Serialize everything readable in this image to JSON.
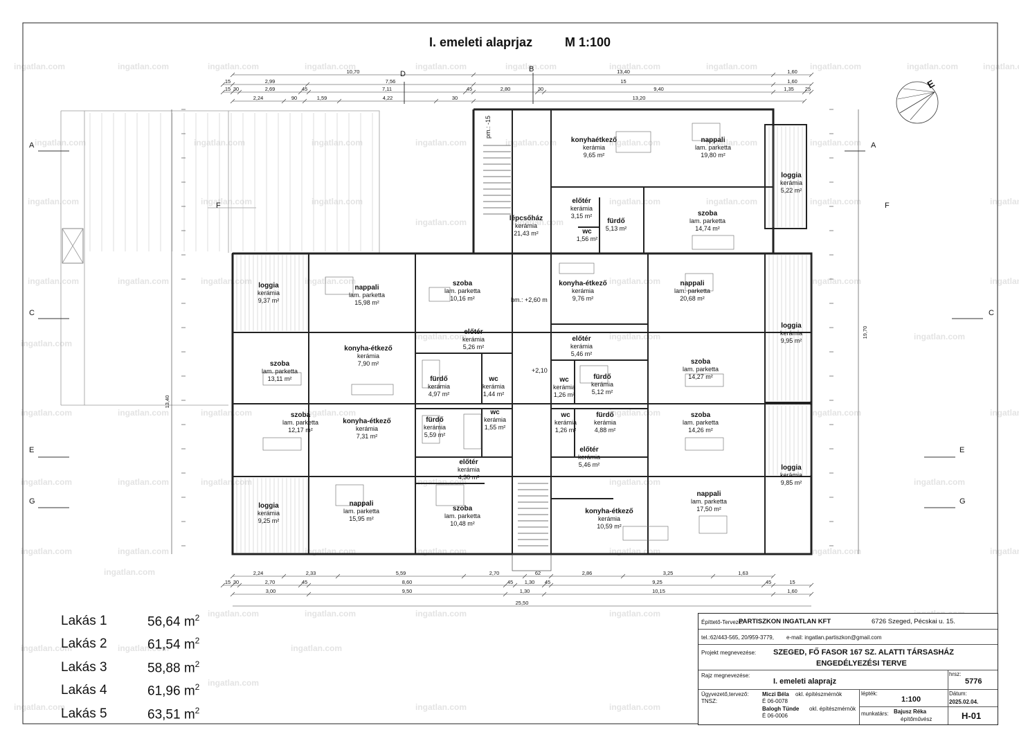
{
  "drawing": {
    "title": "I. emeleti alaprjaz",
    "scale": "M 1:100"
  },
  "watermark": "ingatlan.com",
  "rooms": [
    {
      "name": "konyhaétkező",
      "finish": "kerámia",
      "area": "9,65 m²"
    },
    {
      "name": "nappali",
      "finish": "lam. parketta",
      "area": "19,80 m²"
    },
    {
      "name": "loggia",
      "finish": "kerámia",
      "area": "5,22 m²"
    },
    {
      "name": "lépcsőház",
      "finish": "kerámia",
      "area": "21,43 m²"
    },
    {
      "name": "előtér",
      "finish": "kerámia",
      "area": "3,15 m²"
    },
    {
      "name": "fürdő",
      "finish": "",
      "area": "5,13 m²"
    },
    {
      "name": "wc",
      "finish": "",
      "area": "1,56 m²"
    },
    {
      "name": "szoba",
      "finish": "lam. parketta",
      "area": "14,74 m²"
    },
    {
      "name": "loggia",
      "finish": "kerámia",
      "area": "9,37 m²"
    },
    {
      "name": "nappali",
      "finish": "lam. parketta",
      "area": "15,98 m²"
    },
    {
      "name": "szoba",
      "finish": "lam. parketta",
      "area": "10,16 m²"
    },
    {
      "name": "konyha-étkező",
      "finish": "kerámia",
      "area": "9,76 m²"
    },
    {
      "name": "nappali",
      "finish": "lam. parketta",
      "area": "20,68 m²"
    },
    {
      "name": "loggia",
      "finish": "kerámia",
      "area": "9,95 m²"
    },
    {
      "name": "konyha-étkező",
      "finish": "kerámia",
      "area": "7,90 m²"
    },
    {
      "name": "előtér",
      "finish": "kerámia",
      "area": "5,26 m²"
    },
    {
      "name": "előtér",
      "finish": "kerámia",
      "area": "5,46 m²"
    },
    {
      "name": "szoba",
      "finish": "lam. parketta",
      "area": "13,11 m²"
    },
    {
      "name": "fürdő",
      "finish": "kerámia",
      "area": "4,97 m²"
    },
    {
      "name": "wc",
      "finish": "kerámia",
      "area": "1,44 m²"
    },
    {
      "name": "wc",
      "finish": "kerámia",
      "area": "1,26 m²"
    },
    {
      "name": "fürdő",
      "finish": "kerámia",
      "area": "5,12 m²"
    },
    {
      "name": "szoba",
      "finish": "lam. parketta",
      "area": "14,27 m²"
    },
    {
      "name": "szoba",
      "finish": "lam. parketta",
      "area": "12,17 m²"
    },
    {
      "name": "konyha-étkező",
      "finish": "kerámia",
      "area": "7,31 m²"
    },
    {
      "name": "fürdő",
      "finish": "kerámia",
      "area": "5,59 m²"
    },
    {
      "name": "wc",
      "finish": "kerámia",
      "area": "1,55 m²"
    },
    {
      "name": "wc",
      "finish": "kerámia",
      "area": "1,26 m²"
    },
    {
      "name": "fürdő",
      "finish": "kerámia",
      "area": "4,88 m²"
    },
    {
      "name": "szoba",
      "finish": "lam. parketta",
      "area": "14,26 m²"
    },
    {
      "name": "előtér",
      "finish": "kerámia",
      "area": "4,30 m²"
    },
    {
      "name": "előtér",
      "finish": "kerámia",
      "area": "5,46 m²"
    },
    {
      "name": "loggia",
      "finish": "kerámia",
      "area": "9,85 m²"
    },
    {
      "name": "nappali",
      "finish": "lam. parketta",
      "area": "15,95 m²"
    },
    {
      "name": "loggia",
      "finish": "kerámia",
      "area": "9,25 m²"
    },
    {
      "name": "szoba",
      "finish": "lam. parketta",
      "area": "10,48 m²"
    },
    {
      "name": "konyha-étkező",
      "finish": "kerámia",
      "area": "10,59 m²"
    },
    {
      "name": "nappali",
      "finish": "lam. parketta",
      "area": "17,50 m²"
    }
  ],
  "dimensions": {
    "top_row1": [
      "10,70",
      "13,40",
      "1,60"
    ],
    "top_row2": [
      "15",
      "2,99",
      "7,56",
      "15",
      "1,60"
    ],
    "top_row3": [
      "15",
      "30",
      "2,69",
      "45",
      "7,11",
      "45",
      "2,80",
      "30",
      "9,40",
      "1,35",
      "25"
    ],
    "top_row4": [
      "2,24",
      "90",
      "1,59",
      "4,22",
      "30",
      "13,20"
    ],
    "bottom_row1": [
      "2,24",
      "2,33",
      "5,59",
      "2,70",
      "62",
      "2,86",
      "3,25",
      "1,63"
    ],
    "bottom_row2": [
      "15",
      "30",
      "2,70",
      "45",
      "8,60",
      "45",
      "1,30",
      "45",
      "9,25",
      "45",
      "15"
    ],
    "bottom_row3": [
      "3,00",
      "9,50",
      "1,30",
      "10,15",
      "1,60"
    ],
    "bottom_total": "25,50",
    "left_total": "13,40",
    "right_total": "19,70"
  },
  "section_marks": [
    "A",
    "C",
    "E",
    "G",
    "F",
    "B",
    "D"
  ],
  "special_labels": {
    "stair_offset": "pm.: -15",
    "level": "bm.: +2,60 m",
    "level2": "+2,10"
  },
  "apartments": [
    {
      "label": "Lakás 1",
      "area": "56,64",
      "unit": "m",
      "exp": "2"
    },
    {
      "label": "Lakás 2",
      "area": "61,54",
      "unit": "m",
      "exp": "2"
    },
    {
      "label": "Lakás 3",
      "area": "58,88",
      "unit": "m",
      "exp": "2"
    },
    {
      "label": "Lakás 4",
      "area": "61,96",
      "unit": "m",
      "exp": "2"
    },
    {
      "label": "Lakás 5",
      "area": "63,51",
      "unit": "m",
      "exp": "2"
    }
  ],
  "titleblock": {
    "designer_label": "Építtető-Tervező:",
    "designer": "PARTISZKON INGATLAN KFT",
    "address": "6726 Szeged, Pécskai u. 15.",
    "phone": "tel.:62/443-565, 20/959-3779,",
    "email": "e-mail: ingatlan.partiszkon@gmail.com",
    "project_label": "Projekt megnevezése:",
    "project_line1": "SZEGED, FŐ FASOR 167 SZ. ALATTI TÁRSASHÁZ",
    "project_line2": "ENGEDÉLYEZÉSI TERVE",
    "drawing_label": "Rajz megnevezése:",
    "drawing_name": "I. emeleti alaprajz",
    "hrsz_label": "hrsz:",
    "hrsz": "5776",
    "manager_label": "Ügyvezető,tervező:",
    "tnsz_label": "TNSZ:",
    "person1": "Miczi Béla",
    "person1_role": "okl. építészmérnök",
    "person1_id": "É 06-0078",
    "person2": "Balogh Tünde",
    "person2_role": "okl. építészmérnök",
    "person2_id": "É 06-0006",
    "scale_label": "lépték:",
    "scale": "1:100",
    "date_label": "Dátum:",
    "date": "2025.02.04.",
    "staff_label": "munkatárs:",
    "staff": "Bajusz Réka",
    "staff_role": "építőművész",
    "sheet": "H-01"
  }
}
